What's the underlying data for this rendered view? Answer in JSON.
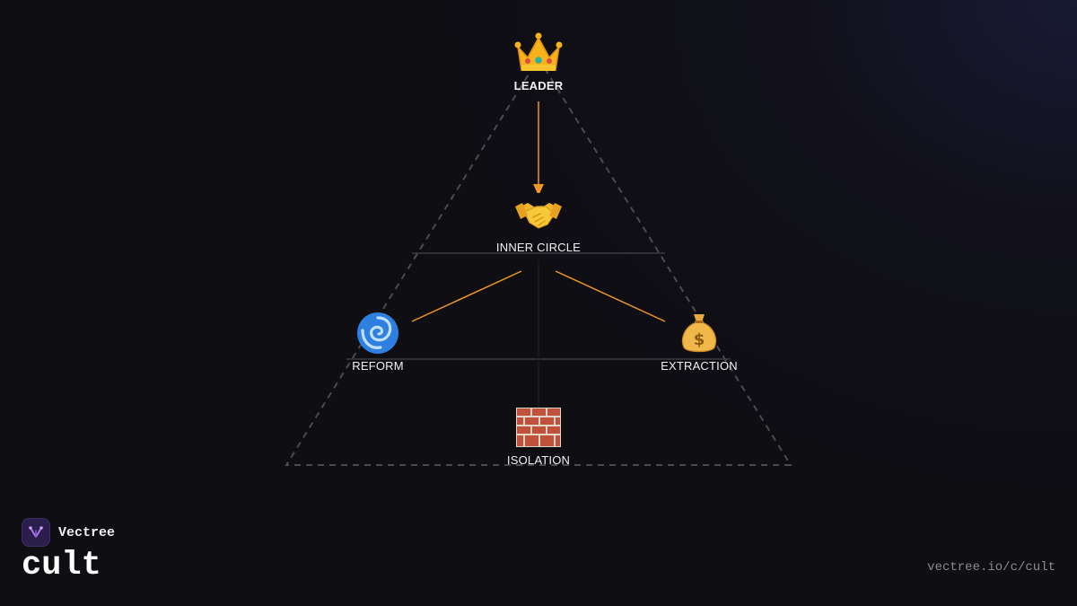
{
  "brand": {
    "name": "Vectree",
    "logo_icon": "vectree-logo-icon"
  },
  "page": {
    "title": "cult",
    "url": "vectree.io/c/cult"
  },
  "colors": {
    "background": "#0f0e13",
    "arrow": "#f0962a",
    "outline": "#4a4a50",
    "divider": "#3a3a40"
  },
  "diagram": {
    "nodes": [
      {
        "id": "leader",
        "label": "LEADER",
        "icon": "crown-icon"
      },
      {
        "id": "inner_circle",
        "label": "INNER CIRCLE",
        "icon": "handshake-icon"
      },
      {
        "id": "reform",
        "label": "REFORM",
        "icon": "cyclone-icon"
      },
      {
        "id": "extraction",
        "label": "EXTRACTION",
        "icon": "money-bag-icon"
      },
      {
        "id": "isolation",
        "label": "ISOLATION",
        "icon": "brick-wall-icon"
      }
    ],
    "edges": [
      {
        "from": "leader",
        "to": "inner_circle",
        "arrow": true
      },
      {
        "from": "inner_circle",
        "to": "reform",
        "arrow": false
      },
      {
        "from": "inner_circle",
        "to": "extraction",
        "arrow": false
      }
    ]
  }
}
